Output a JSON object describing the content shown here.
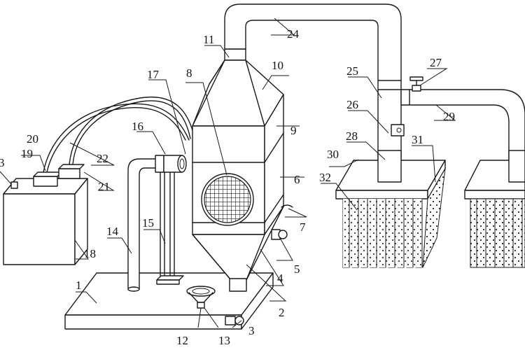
{
  "labels": {
    "n1": "1",
    "n2": "2",
    "n3a": "3",
    "n3b": "3",
    "n4": "4",
    "n5": "5",
    "n6": "6",
    "n7": "7",
    "n8": "8",
    "n9": "9",
    "n10": "10",
    "n11": "11",
    "n12": "12",
    "n13": "13",
    "n14": "14",
    "n15": "15",
    "n16": "16",
    "n17": "17",
    "n18": "18",
    "n19": "19",
    "n20": "20",
    "n21": "21",
    "n22": "22",
    "n24": "24",
    "n25": "25",
    "n26": "26",
    "n27": "27",
    "n28": "28",
    "n29": "29",
    "n30": "30",
    "n31": "31",
    "n32": "32"
  }
}
